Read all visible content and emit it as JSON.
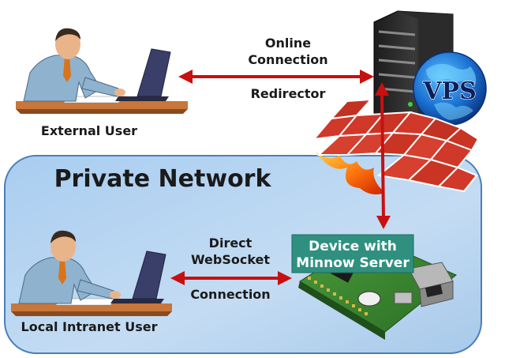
{
  "external_user": {
    "label": "External User"
  },
  "online_link": {
    "line1": "Online",
    "line2": "Connection",
    "line3": "Redirector"
  },
  "server": {
    "badge": "VPS"
  },
  "network": {
    "title": "Private Network"
  },
  "device": {
    "line1": "Device with",
    "line2": "Minnow Server"
  },
  "direct_link": {
    "line1": "Direct",
    "line2": "WebSocket",
    "line3": "Connection"
  },
  "local_user": {
    "label": "Local Intranet User"
  },
  "colors": {
    "arrow": "#c81010",
    "network_fill": "#bcd8f0",
    "badge_fill": "#2f9080",
    "firewall": "#cc3322"
  }
}
